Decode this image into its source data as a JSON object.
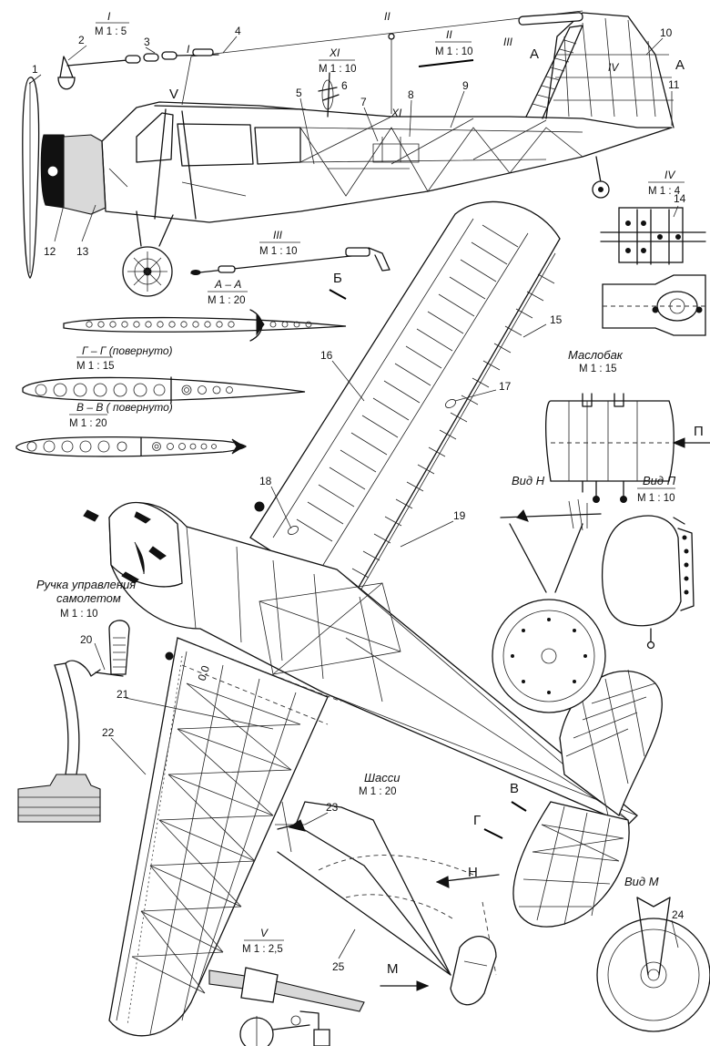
{
  "callouts": [
    "1",
    "2",
    "3",
    "4",
    "5",
    "6",
    "7",
    "8",
    "9",
    "10",
    "11",
    "12",
    "13",
    "14",
    "15",
    "16",
    "17",
    "18",
    "19",
    "20",
    "21",
    "22",
    "23",
    "24",
    "25"
  ],
  "details": {
    "d1": {
      "id": "I",
      "scale": "M 1 : 5"
    },
    "d2": {
      "id": "II",
      "scale": "M 1 : 10"
    },
    "d3": {
      "id": "III",
      "scale": "M 1 : 10"
    },
    "d4": {
      "id": "IV",
      "scale": "M 1 : 4"
    },
    "d5": {
      "id": "V",
      "scale": "M 1 : 2,5"
    },
    "d11": {
      "id": "XI",
      "scale": "M 1 : 10"
    }
  },
  "sections": {
    "aa": {
      "title": "А – А",
      "scale": "М 1 : 20"
    },
    "gg": {
      "title": "Г – Г (повернуто)",
      "scale": "М 1 : 15"
    },
    "vv": {
      "title": "В – В  ( повернуто)",
      "scale": "М 1 : 20"
    }
  },
  "tank": {
    "title": "Маслобак",
    "scale": "М 1 : 15"
  },
  "viewN": {
    "title": "Вид Н"
  },
  "viewP": {
    "title": "Вид П",
    "scale": "М 1 : 10"
  },
  "stick": {
    "title_line1": "Ручка управления",
    "title_line2": "самолетом",
    "scale": "М 1 : 10"
  },
  "gear": {
    "title": "Шасси",
    "scale": "М 1 : 20"
  },
  "viewM": {
    "title": "Вид М"
  },
  "marks": {
    "I": "I",
    "II": "II",
    "III": "III",
    "IV": "IV",
    "V": "V",
    "XI": "XI",
    "A": "А",
    "B": "Б",
    "V_letter": "В",
    "G": "Г",
    "N": "Н",
    "P": "П",
    "M": "М"
  }
}
